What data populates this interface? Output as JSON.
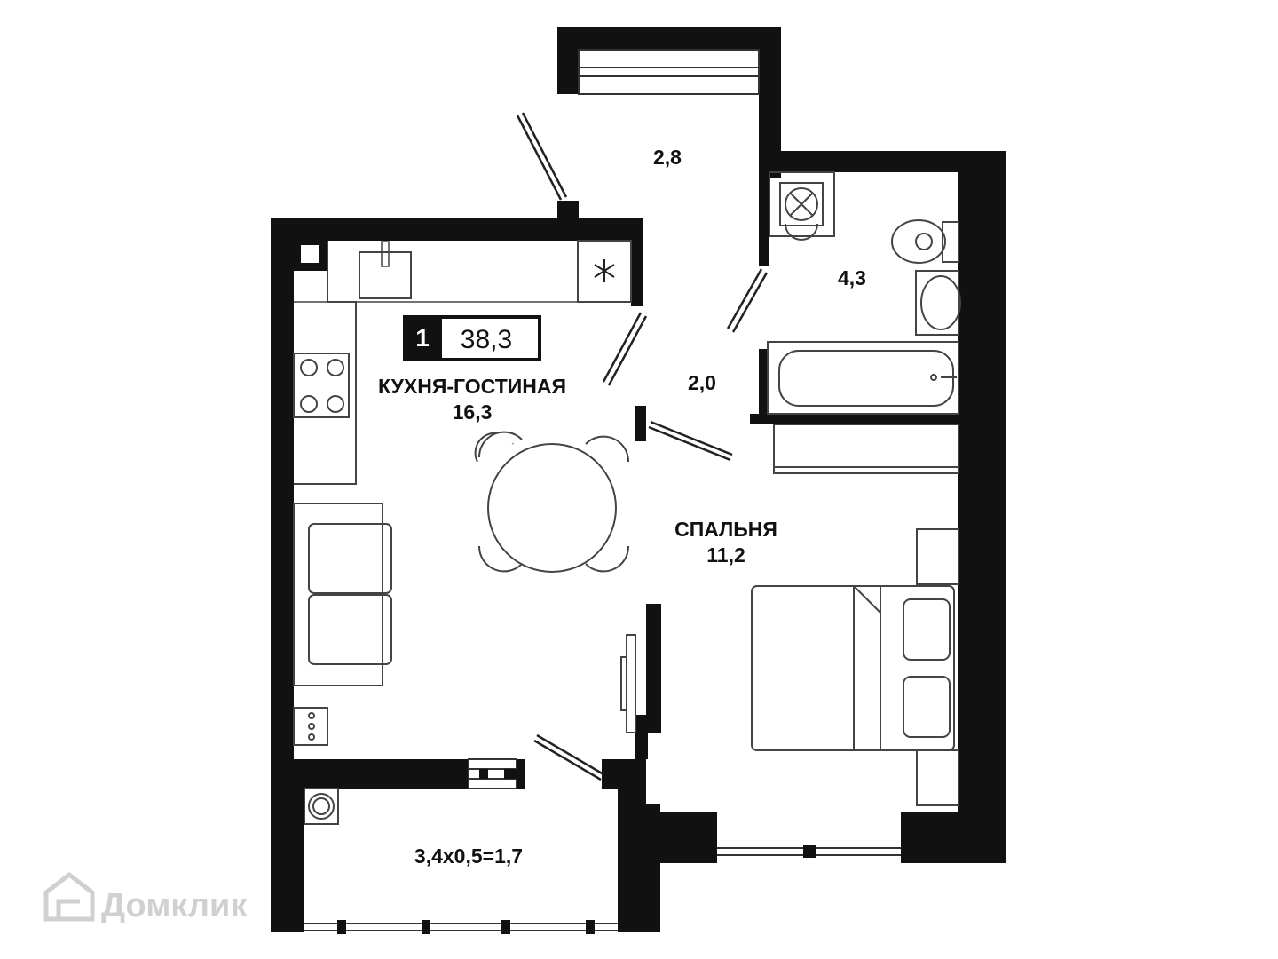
{
  "badge": {
    "rooms": "1",
    "total_area": "38,3"
  },
  "rooms": {
    "kitchen_living": {
      "name": "КУХНЯ-ГОСТИНАЯ",
      "area": "16,3"
    },
    "bedroom": {
      "name": "СПАЛЬНЯ",
      "area": "11,2"
    },
    "vestibule": {
      "area": "2,8"
    },
    "hall": {
      "area": "2,0"
    },
    "bathroom": {
      "area": "4,3"
    },
    "balcony": {
      "area": "3,4x0,5=1,7"
    }
  },
  "watermark": {
    "text": "Домклик",
    "icon": "house-logo-icon"
  },
  "colors": {
    "wall": "#111111",
    "line": "#333333",
    "watermark": "#d0d0d0"
  }
}
